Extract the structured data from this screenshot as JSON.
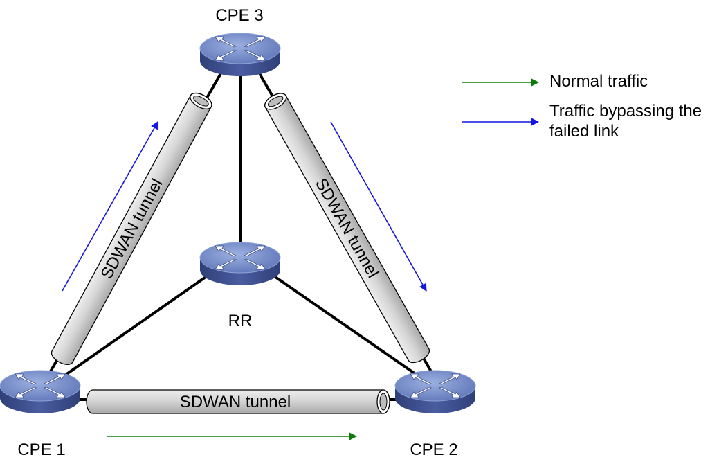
{
  "nodes": {
    "cpe1": "CPE 1",
    "cpe2": "CPE 2",
    "cpe3": "CPE 3",
    "rr": "RR"
  },
  "tunnels": {
    "left": "SDWAN tunnel",
    "right": "SDWAN tunnel",
    "bottom": "SDWAN tunnel"
  },
  "legend": {
    "normal": "Normal traffic",
    "bypass": "Traffic bypassing the\nfailed link"
  },
  "colors": {
    "normal_arrow": "#0a7a0a",
    "bypass_arrow": "#1515e0",
    "router_top": "#6f86c4",
    "router_side": "#3d4f8e",
    "tunnel_fill": "#d2d2d2",
    "link": "#000000"
  },
  "icons": {
    "router": "router-icon"
  }
}
